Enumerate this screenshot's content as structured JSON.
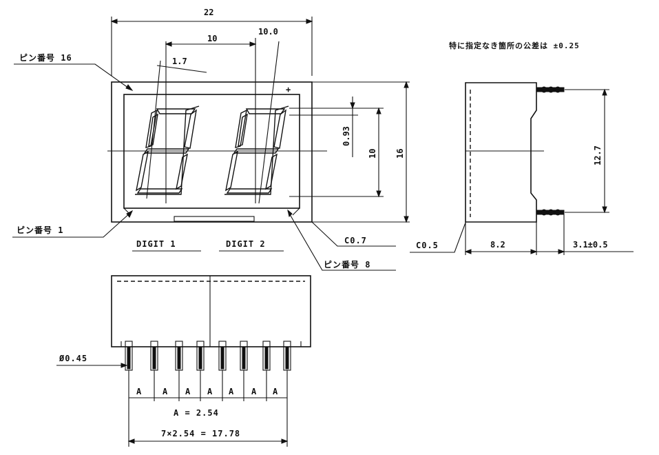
{
  "front_view": {
    "width_dim": "22",
    "digit_pitch_dim": "10",
    "digit_width_dim": "10.0",
    "slant_dim": "1.7",
    "seg_height_dim": "0.93",
    "digit_height_dim": "10",
    "height_dim": "16",
    "pin16_label": "ピン番号 16",
    "pin1_label": "ピン番号 1",
    "pin8_label": "ピン番号 8",
    "chamfer_label": "C0.7",
    "plus_mark": "+",
    "digit1_label": "DIGIT 1",
    "digit2_label": "DIGIT 2"
  },
  "side_view": {
    "note": "特に指定なき箇所の公差は ±0.25",
    "height_dim": "12.7",
    "chamfer_label": "C0.5",
    "depth_dim": "8.2",
    "pin_len_dim": "3.1±0.5"
  },
  "bottom_view": {
    "pin_dia_label": "Ø0.45",
    "pitch_letter": "A",
    "pitch_def": "A = 2.54",
    "total_span": "7×2.54 = 17.78"
  }
}
